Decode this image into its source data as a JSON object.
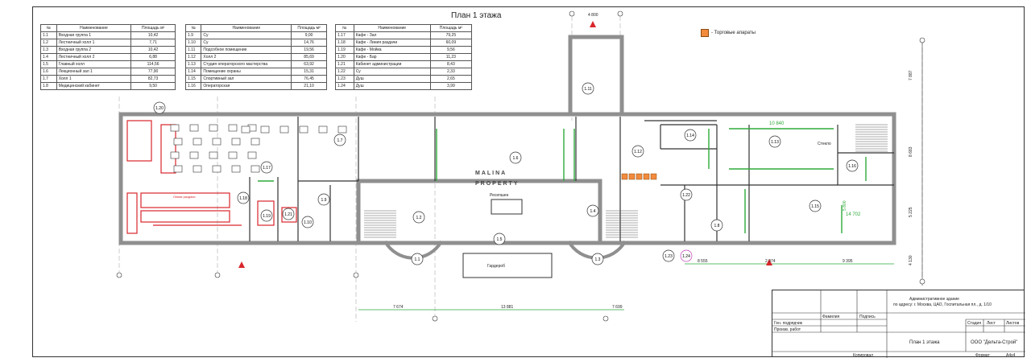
{
  "title": "План 1 этажа",
  "tables": [
    {
      "headers": [
        "№",
        "Наименование",
        "Площадь м²"
      ],
      "rows": [
        [
          "1.1",
          "Входная группа 1",
          "10,42"
        ],
        [
          "1.2",
          "Лестничный холл 1",
          "7,71"
        ],
        [
          "1.3",
          "Входная группа 2",
          "10,42"
        ],
        [
          "1.4",
          "Лестничный холл 2",
          "6,88"
        ],
        [
          "1.5",
          "Главный холл",
          "114,56"
        ],
        [
          "1.6",
          "Лекционный зал 1",
          "77,90"
        ],
        [
          "1.7",
          "Холл 1",
          "82,73"
        ],
        [
          "1.8",
          "Медицинский кабинет",
          "9,50"
        ]
      ]
    },
    {
      "headers": [
        "№",
        "Наименование",
        "Площадь м²"
      ],
      "rows": [
        [
          "1.9",
          "Су",
          "9,00"
        ],
        [
          "1.10",
          "Су",
          "14,76"
        ],
        [
          "1.11",
          "Подсобное помещение",
          "19,56"
        ],
        [
          "1.12",
          "Холл 2",
          "85,69"
        ],
        [
          "1.13",
          "Студия операторского мастерства",
          "63,92"
        ],
        [
          "1.14",
          "Помещение охраны",
          "15,31"
        ],
        [
          "1.15",
          "Спортивный зал",
          "76,45"
        ],
        [
          "1.16",
          "Операторская",
          "21,10"
        ]
      ]
    },
    {
      "headers": [
        "№",
        "Наименование",
        "Площадь м²"
      ],
      "rows": [
        [
          "1.17",
          "Кафе - Зал",
          "79,25"
        ],
        [
          "1.18",
          "Кафе - Линия раздачи",
          "60,09"
        ],
        [
          "1.19",
          "Кафе - Мойка",
          "9,56"
        ],
        [
          "1.20",
          "Кафе - Бар",
          "11,23"
        ],
        [
          "1.21",
          "Кабинет администрации",
          "8,43"
        ],
        [
          "1.22",
          "Су",
          "2,33"
        ],
        [
          "1.23",
          "Душ",
          "2,65"
        ],
        [
          "1.24",
          "Душ",
          "3,99"
        ]
      ]
    }
  ],
  "legend": {
    "vending": "- Торговые апараты",
    "vending_color": "#f28b3c"
  },
  "room_labels": [
    "1.1",
    "1.2",
    "1.3",
    "1.4",
    "1.5",
    "1.6",
    "1.7",
    "1.8",
    "1.9",
    "1.10",
    "1.11",
    "1.12",
    "1.13",
    "1.14",
    "1.15",
    "1.16",
    "1.17",
    "1.18",
    "1.19",
    "1.20",
    "1.21",
    "1.22",
    "1.23",
    "1.24"
  ],
  "labels": {
    "reception": "Ресепшен",
    "wardrobe": "Гардероб",
    "stage": "Стекло",
    "serving_line": "Линия раздачи",
    "watermark1": "MALINA",
    "watermark2": "PROPERTY"
  },
  "dimensions": {
    "top_4800": "4 800",
    "right_7887": "7 887",
    "right_8683": "8 683",
    "right_5225": "5 225",
    "right_4130": "4 130",
    "bottom_7674": "7 674",
    "bottom_13881": "13 881",
    "bottom_7699": "7 699",
    "r_8555": "8 555",
    "r_2974": "2 974",
    "r_9395": "9 395",
    "d_14702": "14 702",
    "d_10840": "10 840",
    "d_5800": "5 800"
  },
  "stamp": {
    "address_line1": "Административное здание",
    "address_line2": "по адресу: г. Москва, ЦАО, Госпитальная пл., д. 1/10",
    "gen_contractor": "Ген. подрядчик",
    "works": "Произв. работ",
    "surname": "Фамилия",
    "signature": "Подпись",
    "sheet_name": "План 1 этажа",
    "stage": "Стадия",
    "sheet": "Лист",
    "sheets": "Листов",
    "company": "ООО \"Дельта-Строй\"",
    "copied": "Копировал",
    "format_label": "Формат",
    "format_value": "А4х4"
  },
  "colors": {
    "walls": "#9a9a9a",
    "cafe": "#d9262b",
    "partitions": "#2eaa3a",
    "marker": "#d9262b"
  }
}
